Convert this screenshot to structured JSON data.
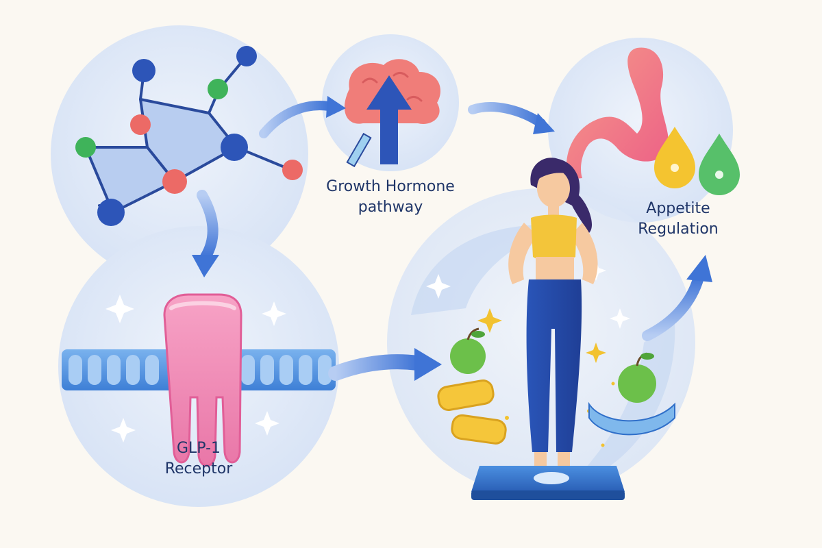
{
  "labels": {
    "growth_hormone": {
      "line1": "Growth Hormone",
      "line2": "pathway"
    },
    "appetite": {
      "line1": "Appetite",
      "line2": "Regulation"
    },
    "glp1": {
      "line1": "GLP-1",
      "line2": "Receptor"
    }
  },
  "colors": {
    "background": "#fbf8f2",
    "text": "#1f3568",
    "arrow": "#3f74d6",
    "bubble": "#dfe8f7",
    "atom_blue": "#2d55b8",
    "atom_red": "#ec6a66",
    "atom_green": "#3fb35a",
    "receptor_pink": "#ef86b1",
    "membrane_blue": "#5b9be6",
    "stomach": "#ef7a7a",
    "drop_yellow": "#f4c430",
    "drop_green": "#57c06a",
    "apple_green": "#6cc04a",
    "tape_yellow": "#f5c63a",
    "scale_blue": "#2f6fc9"
  },
  "icons": [
    "molecule-icon",
    "brain-icon",
    "stomach-icon",
    "droplet-icon",
    "receptor-icon",
    "woman-figure-icon",
    "apple-icon",
    "measuring-tape-icon",
    "scale-icon",
    "sparkle-icon"
  ]
}
